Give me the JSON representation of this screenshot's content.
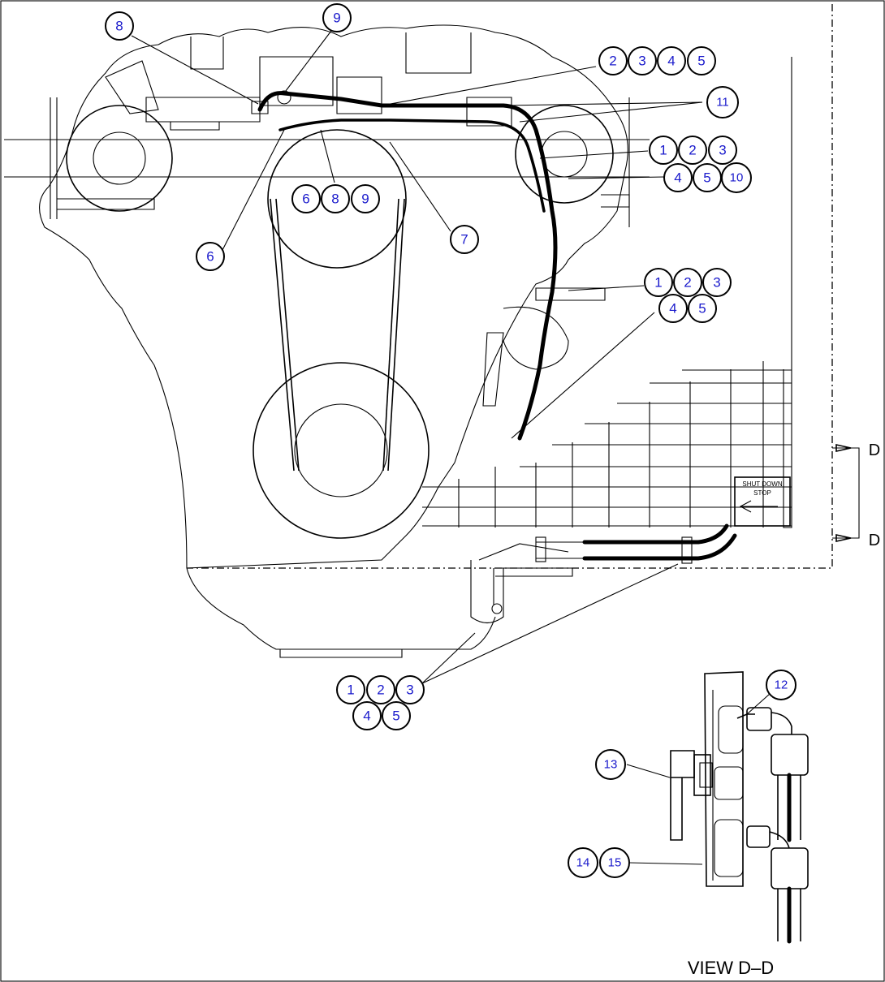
{
  "view_label": "VIEW D–D",
  "section_marks": [
    "D",
    "D"
  ],
  "plate_text": [
    "SHUT DOWN",
    "STOP"
  ],
  "callouts": {
    "c8": "8",
    "c9": "9",
    "c2345": [
      "2",
      "3",
      "4",
      "5"
    ],
    "c11": "11",
    "c123a": [
      "1",
      "2",
      "3"
    ],
    "c4510": [
      "4",
      "5",
      "10"
    ],
    "c689": [
      "6",
      "8",
      "9"
    ],
    "c6": "6",
    "c7": "7",
    "c123b": [
      "1",
      "2",
      "3"
    ],
    "c45b": [
      "4",
      "5"
    ],
    "c123c": [
      "1",
      "2",
      "3"
    ],
    "c45c": [
      "4",
      "5"
    ],
    "c12": "12",
    "c13": "13",
    "c1415": [
      "14",
      "15"
    ]
  }
}
